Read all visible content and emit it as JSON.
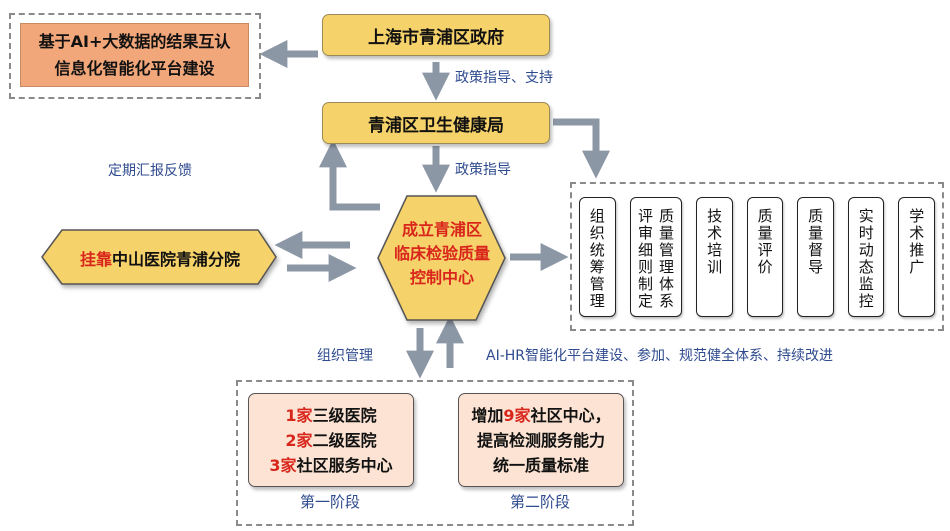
{
  "government": "上海市青浦区政府",
  "health_bureau": "青浦区卫生健康局",
  "platform": [
    "基于AI+大数据的结果互认",
    "信息化智能化平台建设"
  ],
  "label_policy_support": "政策指导、支持",
  "label_policy_guidance": "政策指导",
  "label_feedback": "定期汇报反馈",
  "center": [
    "成立青浦区",
    "临床检验质量",
    "控制中心"
  ],
  "affiliate": {
    "highlight": "挂靠",
    "rest": "中山医院青浦分院"
  },
  "functions": [
    {
      "columns": [
        "组织统筹管理"
      ]
    },
    {
      "columns": [
        "评审细则制定",
        "质量管理体系"
      ]
    },
    {
      "columns": [
        "技术培训"
      ]
    },
    {
      "columns": [
        "质量评价"
      ]
    },
    {
      "columns": [
        "质量督导"
      ]
    },
    {
      "columns": [
        "实时动态监控"
      ]
    },
    {
      "columns": [
        "学术推广"
      ]
    }
  ],
  "label_org_management": "组织管理",
  "label_ai_hr": "AI-HR智能化平台建设、参加、规范健全体系、持续改进",
  "stage1": {
    "lines": [
      {
        "num": "1家",
        "text": "三级医院"
      },
      {
        "num": "2家",
        "text": "二级医院"
      },
      {
        "num": "3家",
        "text": "社区服务中心"
      }
    ],
    "label": "第一阶段"
  },
  "stage2": {
    "line1": {
      "pre": "增加",
      "num": "9家",
      "post": "社区中心，"
    },
    "line2": "提高检测服务能力",
    "line3": "统一质量标准",
    "label": "第二阶段"
  },
  "colors": {
    "gold": "#f6d26a",
    "orange": "#f2a77a",
    "stage_fill": "#fce3d3",
    "arrow": "#8c97a6",
    "accent_red": "#d9261c",
    "label_blue": "#2f4b8f"
  }
}
